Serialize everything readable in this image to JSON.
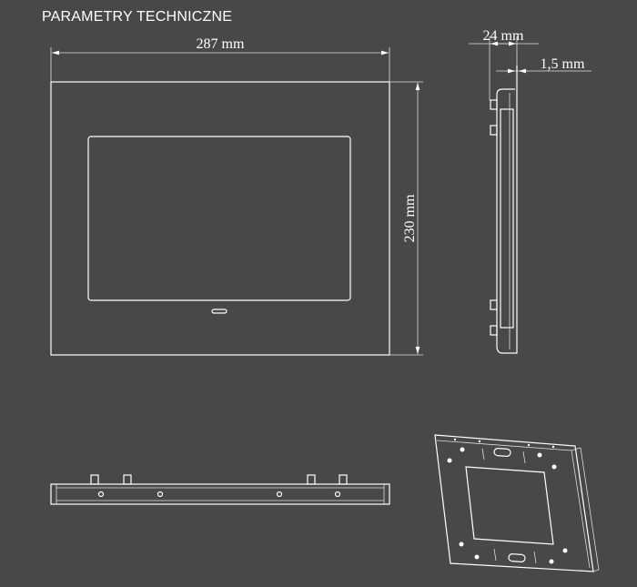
{
  "title": "PARAMETRY TECHNICZNE",
  "dimensions": {
    "width": "287  mm",
    "height": "230  mm",
    "depth": "24  mm",
    "frame": "1,5  mm"
  },
  "colors": {
    "background": "#48484a",
    "lines": "#ffffff"
  }
}
